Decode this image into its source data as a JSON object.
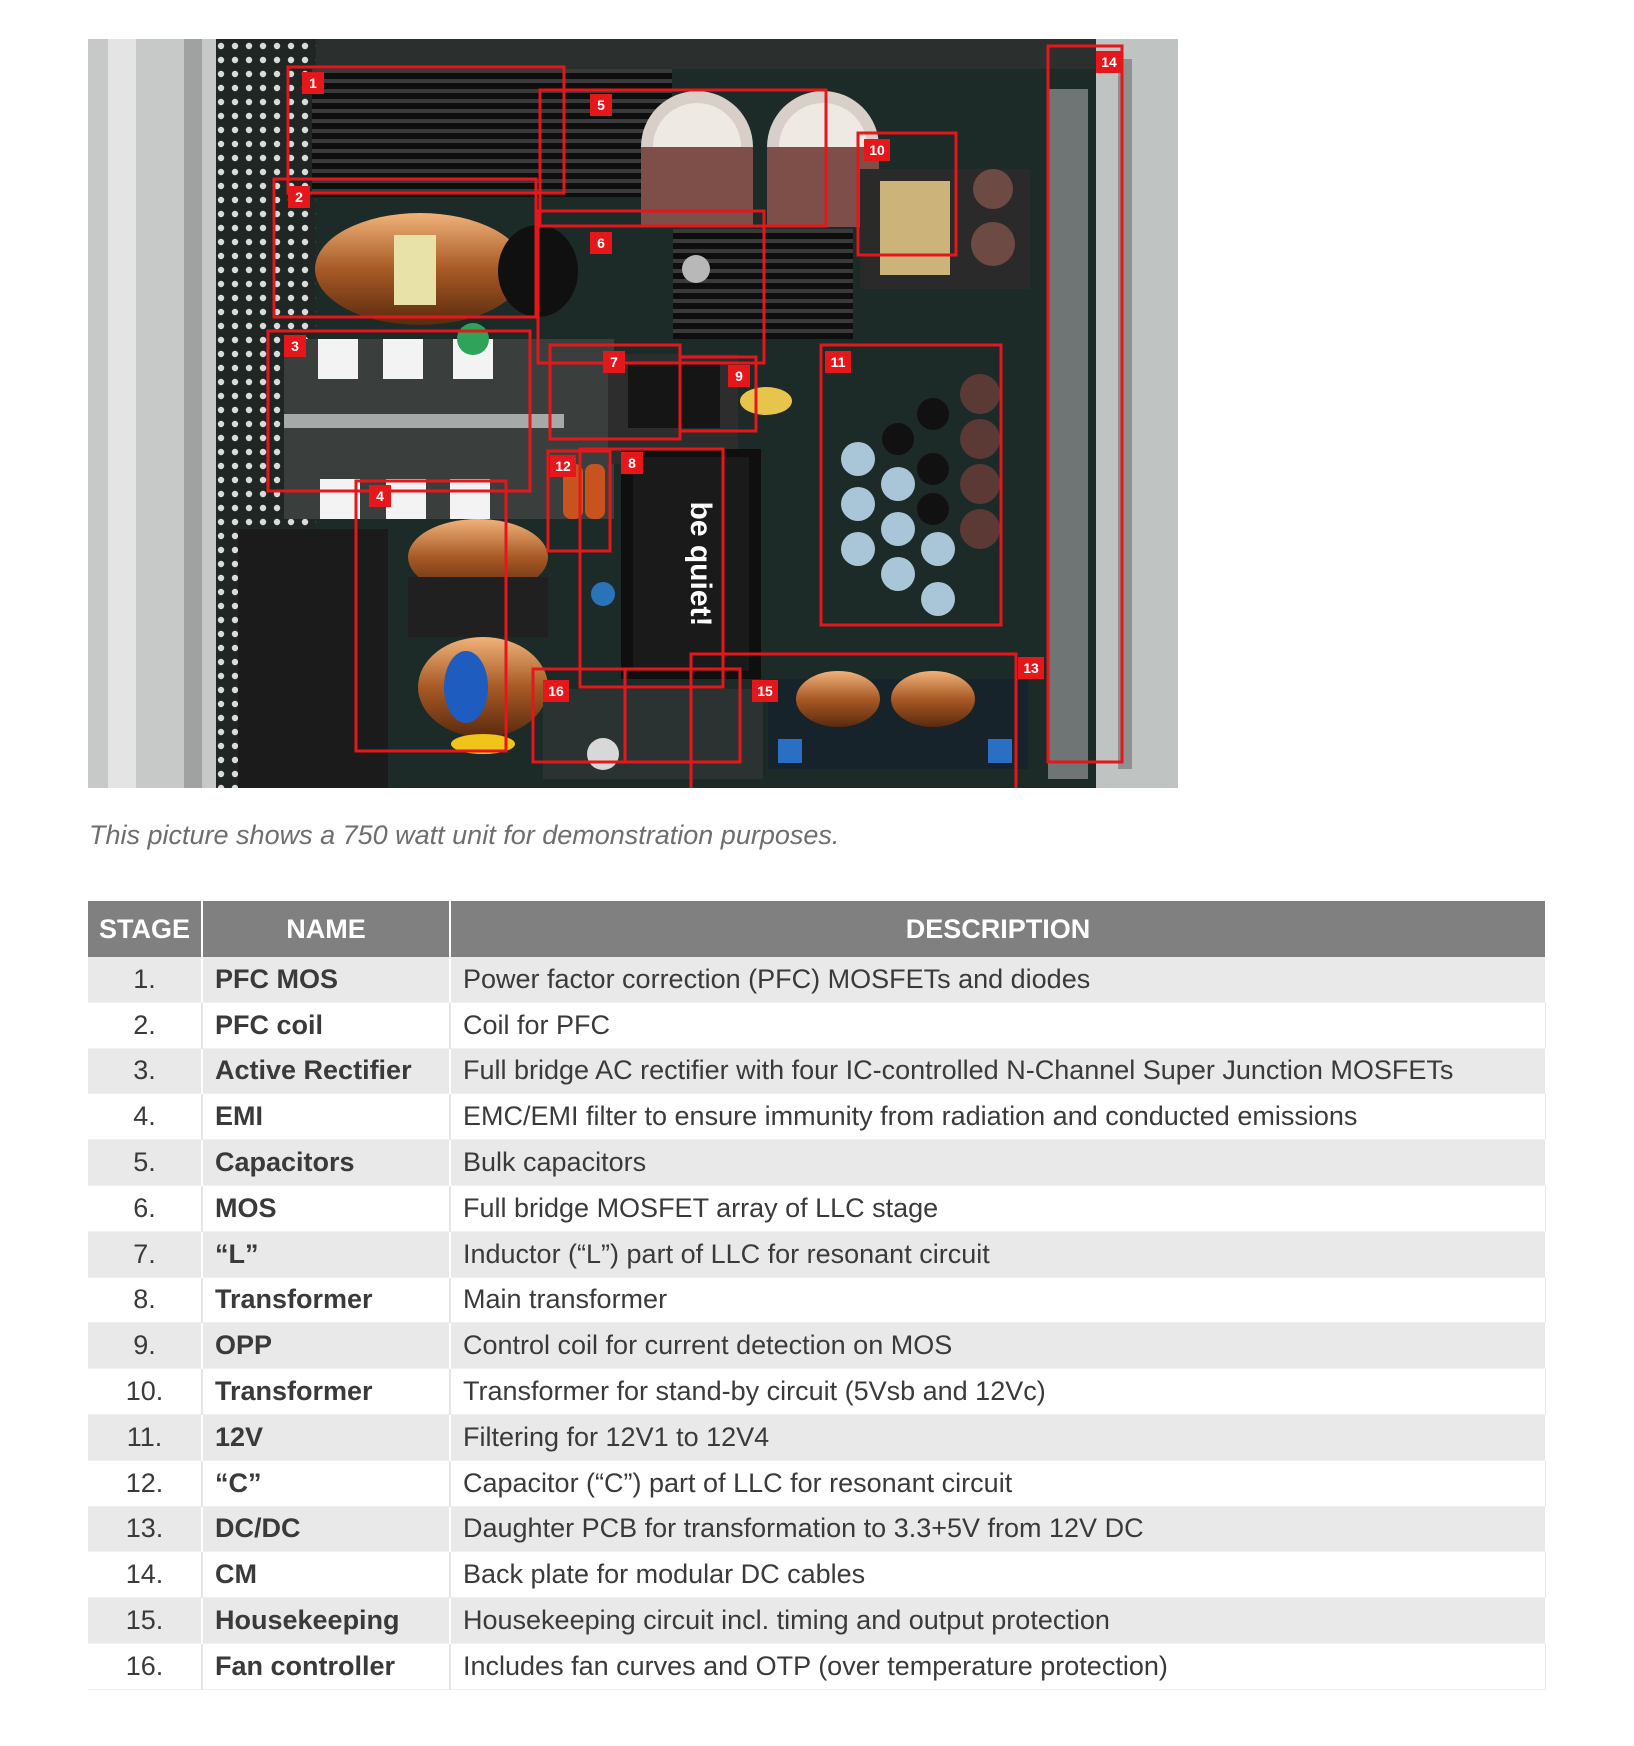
{
  "photo": {
    "subject": "power supply internals",
    "brand_text": "be quiet!",
    "callouts": [
      "1",
      "2",
      "3",
      "4",
      "5",
      "6",
      "7",
      "8",
      "9",
      "10",
      "11",
      "12",
      "13",
      "14",
      "15",
      "16"
    ],
    "callout_color": "#e5171b"
  },
  "caption": "This picture shows a 750 watt unit for demonstration purposes.",
  "table": {
    "headers": [
      "STAGE",
      "NAME",
      "DESCRIPTION"
    ],
    "rows": [
      {
        "stage": "1.",
        "name": "PFC MOS",
        "description": "Power factor correction (PFC) MOSFETs and diodes"
      },
      {
        "stage": "2.",
        "name": "PFC coil",
        "description": "Coil for PFC"
      },
      {
        "stage": "3.",
        "name": "Active Rectifier",
        "description": "Full bridge AC rectifier with four  IC-controlled N-Channel Super Junction MOSFETs"
      },
      {
        "stage": "4.",
        "name": "EMI",
        "description": "EMC/EMI filter to ensure immunity from radiation and conducted emissions"
      },
      {
        "stage": "5.",
        "name": "Capacitors",
        "description": "Bulk capacitors"
      },
      {
        "stage": "6.",
        "name": "MOS",
        "description": "Full bridge MOSFET array of LLC stage"
      },
      {
        "stage": "7.",
        "name": "“L”",
        "description": "Inductor (“L”) part of LLC  for resonant circuit"
      },
      {
        "stage": "8.",
        "name": "Transformer",
        "description": "Main transformer"
      },
      {
        "stage": "9.",
        "name": "OPP",
        "description": "Control coil for current detection on MOS"
      },
      {
        "stage": "10.",
        "name": "Transformer",
        "description": "Transformer for stand-by circuit (5Vsb and 12Vc)"
      },
      {
        "stage": "11.",
        "name": "12V",
        "description": "Filtering for 12V1 to 12V4"
      },
      {
        "stage": "12.",
        "name": "“C”",
        "description": "Capacitor (“C”) part of LLC  for resonant circuit"
      },
      {
        "stage": "13.",
        "name": "DC/DC",
        "description": "Daughter PCB for transformation to 3.3+5V from 12V DC"
      },
      {
        "stage": "14.",
        "name": "CM",
        "description": "Back plate for modular DC cables"
      },
      {
        "stage": "15.",
        "name": "Housekeeping",
        "description": "Housekeeping circuit incl. timing and output protection"
      },
      {
        "stage": "16.",
        "name": "Fan controller",
        "description": "Includes fan curves and OTP (over temperature protection)"
      }
    ]
  }
}
